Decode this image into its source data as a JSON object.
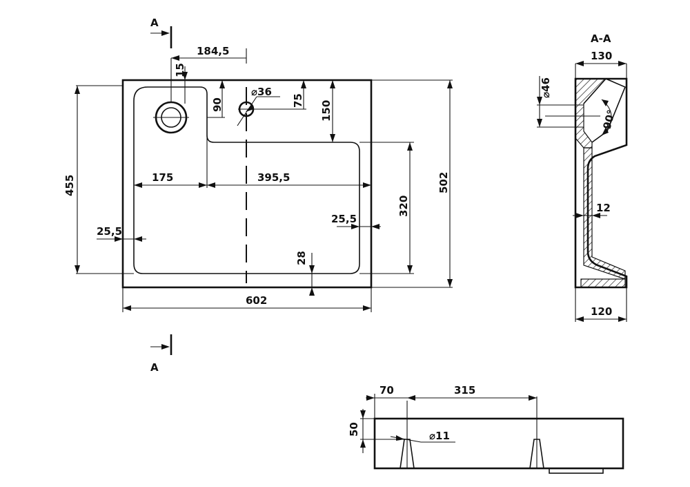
{
  "plan": {
    "section_marker_top": "A",
    "section_marker_bottom": "A",
    "dims": {
      "tap_offset": "184,5",
      "tap_from_top": "15",
      "tap_center_drop": "90",
      "overflow_diameter": "⌀36",
      "overflow_from_top": "75",
      "ledge_depth": "150",
      "left_width": "175",
      "right_width": "395,5",
      "overall_height_left": "455",
      "overall_height_right": "502",
      "basin_depth": "320",
      "left_margin": "25,5",
      "right_margin": "25,5",
      "bottom_margin": "28",
      "overall_width": "602"
    }
  },
  "section": {
    "title": "A-A",
    "top_width": "130",
    "drain_diameter": "⌀46",
    "angle": "90°",
    "wall": "12",
    "bottom_width": "120"
  },
  "side": {
    "offset": "70",
    "spacing": "315",
    "height": "50",
    "hole_diameter": "⌀11"
  }
}
